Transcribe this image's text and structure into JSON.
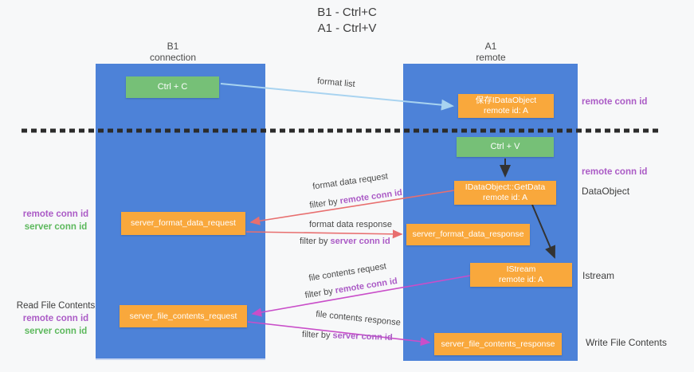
{
  "title": {
    "line1": "B1 - Ctrl+C",
    "line2": "A1 - Ctrl+V"
  },
  "columns": {
    "left": {
      "name": "B1",
      "role": "connection"
    },
    "right": {
      "name": "A1",
      "role": "remote"
    }
  },
  "nodes": {
    "ctrl_c": {
      "label": "Ctrl + C"
    },
    "save_dataobject": {
      "line1": "保存IDataObject",
      "line2": "remote id: A"
    },
    "ctrl_v": {
      "label": "Ctrl + V"
    },
    "getdata": {
      "line1": "IDataObject::GetData",
      "line2": "remote id: A"
    },
    "format_request_box": {
      "label": "server_format_data_request"
    },
    "format_response_box": {
      "label": "server_format_data_response"
    },
    "istream": {
      "line1": "IStream",
      "line2": "remote id: A"
    },
    "file_request_box": {
      "label": "server_file_contents_request"
    },
    "file_response_box": {
      "label": "server_file_contents_response"
    }
  },
  "edge_labels": {
    "format_list": "format list",
    "format_request": "format data request",
    "format_request_filter_prefix": "filter by ",
    "format_request_filter_key": "remote conn id",
    "format_response": "format data response",
    "format_response_filter_prefix": "filter by ",
    "format_response_filter_key": "server conn id",
    "file_request": "file contents request",
    "file_request_filter_prefix": "filter by ",
    "file_request_filter_key": "remote conn id",
    "file_response": "file contents response",
    "file_response_filter_prefix": "filter by ",
    "file_response_filter_key": "server conn id"
  },
  "side_labels": {
    "right_top_remote_conn_id": "remote conn id",
    "right_mid_remote_conn_id": "remote conn id",
    "dataobject": "DataObject",
    "istream": "Istream",
    "write_file_contents": "Write File Contents",
    "left_format_remote_conn_id": "remote conn id",
    "left_format_server_conn_id": "server conn id",
    "read_file_contents": "Read File Contents",
    "left_file_remote_conn_id": "remote conn id",
    "left_file_server_conn_id": "server conn id"
  },
  "colors": {
    "column_blue": "#4d82d8",
    "box_green": "#76c077",
    "box_orange": "#f9a83c",
    "arrow_light_blue": "#a8d3f0",
    "arrow_salmon": "#e86f6f",
    "arrow_magenta": "#c94ec9",
    "arrow_black": "#333333",
    "label_purple": "#ab5bc6",
    "label_green": "#5cb85c"
  }
}
